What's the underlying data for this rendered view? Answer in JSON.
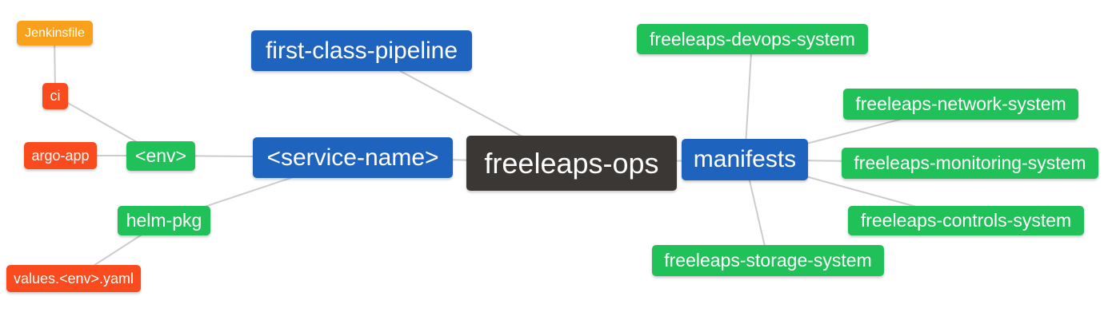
{
  "diagram": {
    "type": "mindmap",
    "root": "freeleaps-ops",
    "background": "#ffffff",
    "edge_color": "#cccccc",
    "palette": {
      "orange": "#F9A11B",
      "red": "#FA4B1E",
      "green": "#1FC158",
      "blue": "#1E63BE",
      "dark": "#3B3734",
      "text": "#ffffff"
    },
    "nodes": [
      {
        "id": "jenkinsfile",
        "label": "Jenkinsfile",
        "color": "orange"
      },
      {
        "id": "ci",
        "label": "ci",
        "color": "red"
      },
      {
        "id": "argo-app",
        "label": "argo-app",
        "color": "red"
      },
      {
        "id": "env",
        "label": "<env>",
        "color": "green"
      },
      {
        "id": "helm-pkg",
        "label": "helm-pkg",
        "color": "green"
      },
      {
        "id": "values-env-yaml",
        "label": "values.<env>.yaml",
        "color": "red"
      },
      {
        "id": "first-class-pipeline",
        "label": "first-class-pipeline",
        "color": "blue"
      },
      {
        "id": "service-name",
        "label": "<service-name>",
        "color": "blue"
      },
      {
        "id": "freeleaps-ops",
        "label": "freeleaps-ops",
        "color": "dark"
      },
      {
        "id": "manifests",
        "label": "manifests",
        "color": "blue"
      },
      {
        "id": "freeleaps-devops-system",
        "label": "freeleaps-devops-system",
        "color": "green"
      },
      {
        "id": "freeleaps-network-system",
        "label": "freeleaps-network-system",
        "color": "green"
      },
      {
        "id": "freeleaps-monitoring-system",
        "label": "freeleaps-monitoring-system",
        "color": "green"
      },
      {
        "id": "freeleaps-controls-system",
        "label": "freeleaps-controls-system",
        "color": "green"
      },
      {
        "id": "freeleaps-storage-system",
        "label": "freeleaps-storage-system",
        "color": "green"
      }
    ],
    "edges": [
      [
        "jenkinsfile",
        "ci"
      ],
      [
        "ci",
        "env"
      ],
      [
        "argo-app",
        "env"
      ],
      [
        "env",
        "service-name"
      ],
      [
        "helm-pkg",
        "service-name"
      ],
      [
        "values-env-yaml",
        "helm-pkg"
      ],
      [
        "service-name",
        "freeleaps-ops"
      ],
      [
        "first-class-pipeline",
        "freeleaps-ops"
      ],
      [
        "freeleaps-ops",
        "manifests"
      ],
      [
        "manifests",
        "freeleaps-devops-system"
      ],
      [
        "manifests",
        "freeleaps-network-system"
      ],
      [
        "manifests",
        "freeleaps-monitoring-system"
      ],
      [
        "manifests",
        "freeleaps-controls-system"
      ],
      [
        "manifests",
        "freeleaps-storage-system"
      ]
    ]
  }
}
